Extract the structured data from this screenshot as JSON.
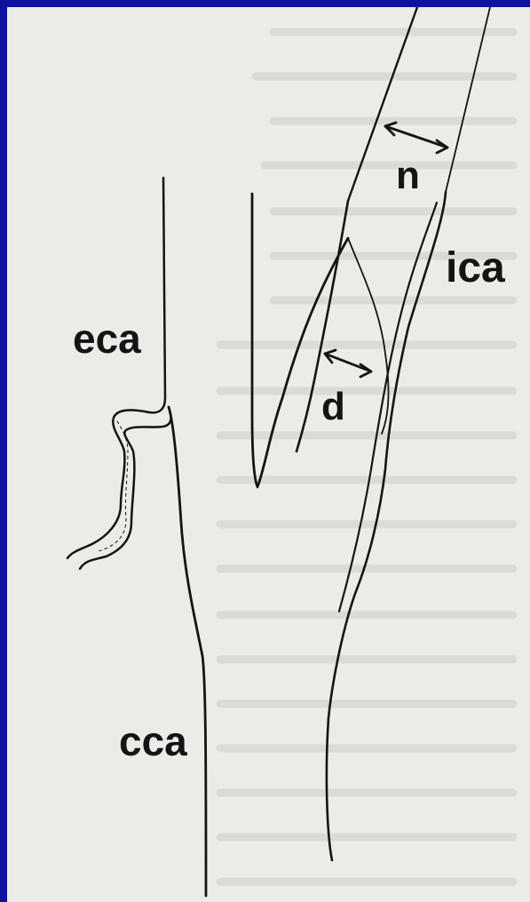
{
  "labels": {
    "eca": "eca",
    "ica": "ica",
    "n": "n",
    "d": "d",
    "cca": "cca"
  },
  "colors": {
    "frame": "#0d12a0",
    "paper": "#ecebe7",
    "ink": "#141414"
  }
}
